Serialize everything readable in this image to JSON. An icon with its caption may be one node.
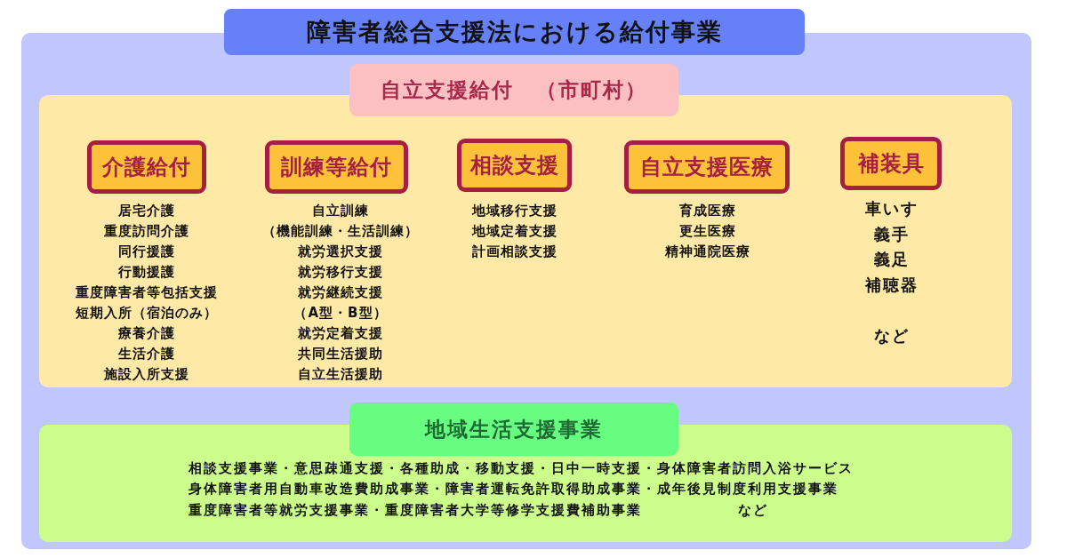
{
  "diagram": {
    "title": "障害者総合支援法における給付事業",
    "nodes": [
      {
        "text": [
          "自立支援給付　（市町村）"
        ]
      },
      {
        "text": [
          "介護給付"
        ],
        "in": 0,
        "beside": [
          "居宅介護",
          "重度訪問介護",
          "同行援護",
          "行動援護",
          "重度障害者等包括支援",
          "短期入所（宿泊のみ）",
          "療養介護",
          "生活介護",
          "施設入所支援"
        ]
      },
      {
        "text": [
          "訓練等給付"
        ],
        "in": 0,
        "beside": [
          "自立訓練",
          "（機能訓練・生活訓練）",
          "就労選択支援",
          "就労移行支援",
          "就労継続支援",
          "（A型・B型）",
          "就労定着支援",
          "共同生活援助",
          "自立生活援助"
        ]
      },
      {
        "text": [
          "相談支援"
        ],
        "in": 0,
        "beside": [
          "地域移行支援",
          "地域定着支援",
          "計画相談支援"
        ]
      },
      {
        "text": [
          "自立支援医療"
        ],
        "in": 0,
        "beside": [
          "育成医療",
          "更生医療",
          "精神通院医療"
        ]
      },
      {
        "text": [
          "補装具"
        ],
        "in": 0,
        "beside": [
          "車いす",
          "義手",
          "義足",
          "補聴器",
          "など"
        ]
      },
      {
        "text": [
          "地域生活支援事業",
          "相談支援事業・意思疎通支援・各種助成・移動支援・日中一時支援・身体障害者訪問入浴サービス",
          "身体障害者用自動車改造費助成事業・障害者運転免許取得助成事業・成年後見制度利用支援事業",
          "重度障害者等就労支援事業・重度障害者大学等修学支援費補助事業",
          "など"
        ]
      }
    ]
  }
}
